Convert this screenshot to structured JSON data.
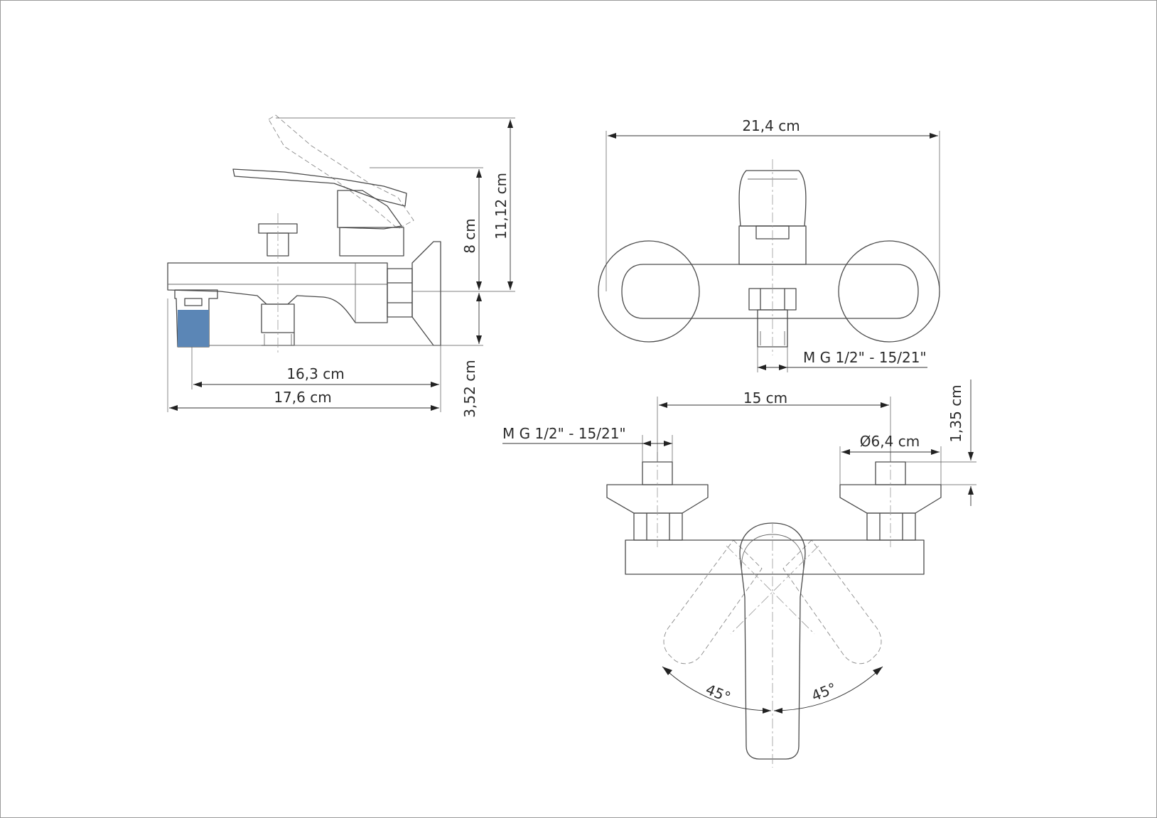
{
  "labels": {
    "side_height_total": "11,12 cm",
    "side_height_upper": "8 cm",
    "side_height_lower": "3,52 cm",
    "side_length_inner": "16,3 cm",
    "side_length_total": "17,6 cm",
    "front_width": "21,4 cm",
    "front_thread": "M G 1/2\" - 15/21\"",
    "top_centers": "15 cm",
    "top_thread": "M G 1/2\" - 15/21\"",
    "top_diameter": "Ø6,4 cm",
    "top_height": "1,35 cm",
    "angle_left": "45°",
    "angle_right": "45°"
  },
  "colors": {
    "spout_highlight": "#5b86b6",
    "line": "#4a4a4a"
  }
}
